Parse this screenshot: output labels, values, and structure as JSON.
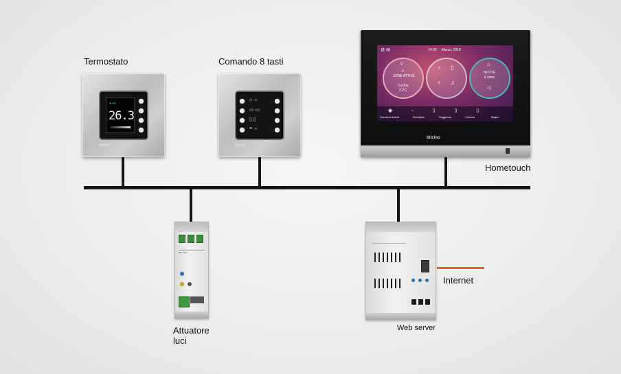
{
  "devices": {
    "termostato": {
      "label": "Termostato",
      "display_value": "26.3",
      "brand": "bticino"
    },
    "comando": {
      "label": "Comando 8 tasti",
      "brand": "bticino"
    },
    "hometouch": {
      "label": "Hometouch",
      "brand": "bticino",
      "screen": {
        "time": "14:30",
        "date": "Marzo, 2018",
        "zones": "3",
        "zones_label": "ZONE ATTIVE",
        "temp_label": "Cucina",
        "temp_value": "21°C",
        "scene_label": "NOTTE",
        "scene_sub": "6 zone",
        "footer_items": [
          "Scenario Avanti",
          "Serratura",
          "Soggiorno",
          "Camera",
          "Bagno"
        ]
      }
    },
    "attuatore": {
      "label": "Attuatore luci"
    },
    "webserver": {
      "label": "Web server"
    }
  },
  "internet": {
    "label": "Internet",
    "color": "#d2692a"
  },
  "colors": {
    "bus": "#161616",
    "background": "#ececec"
  }
}
